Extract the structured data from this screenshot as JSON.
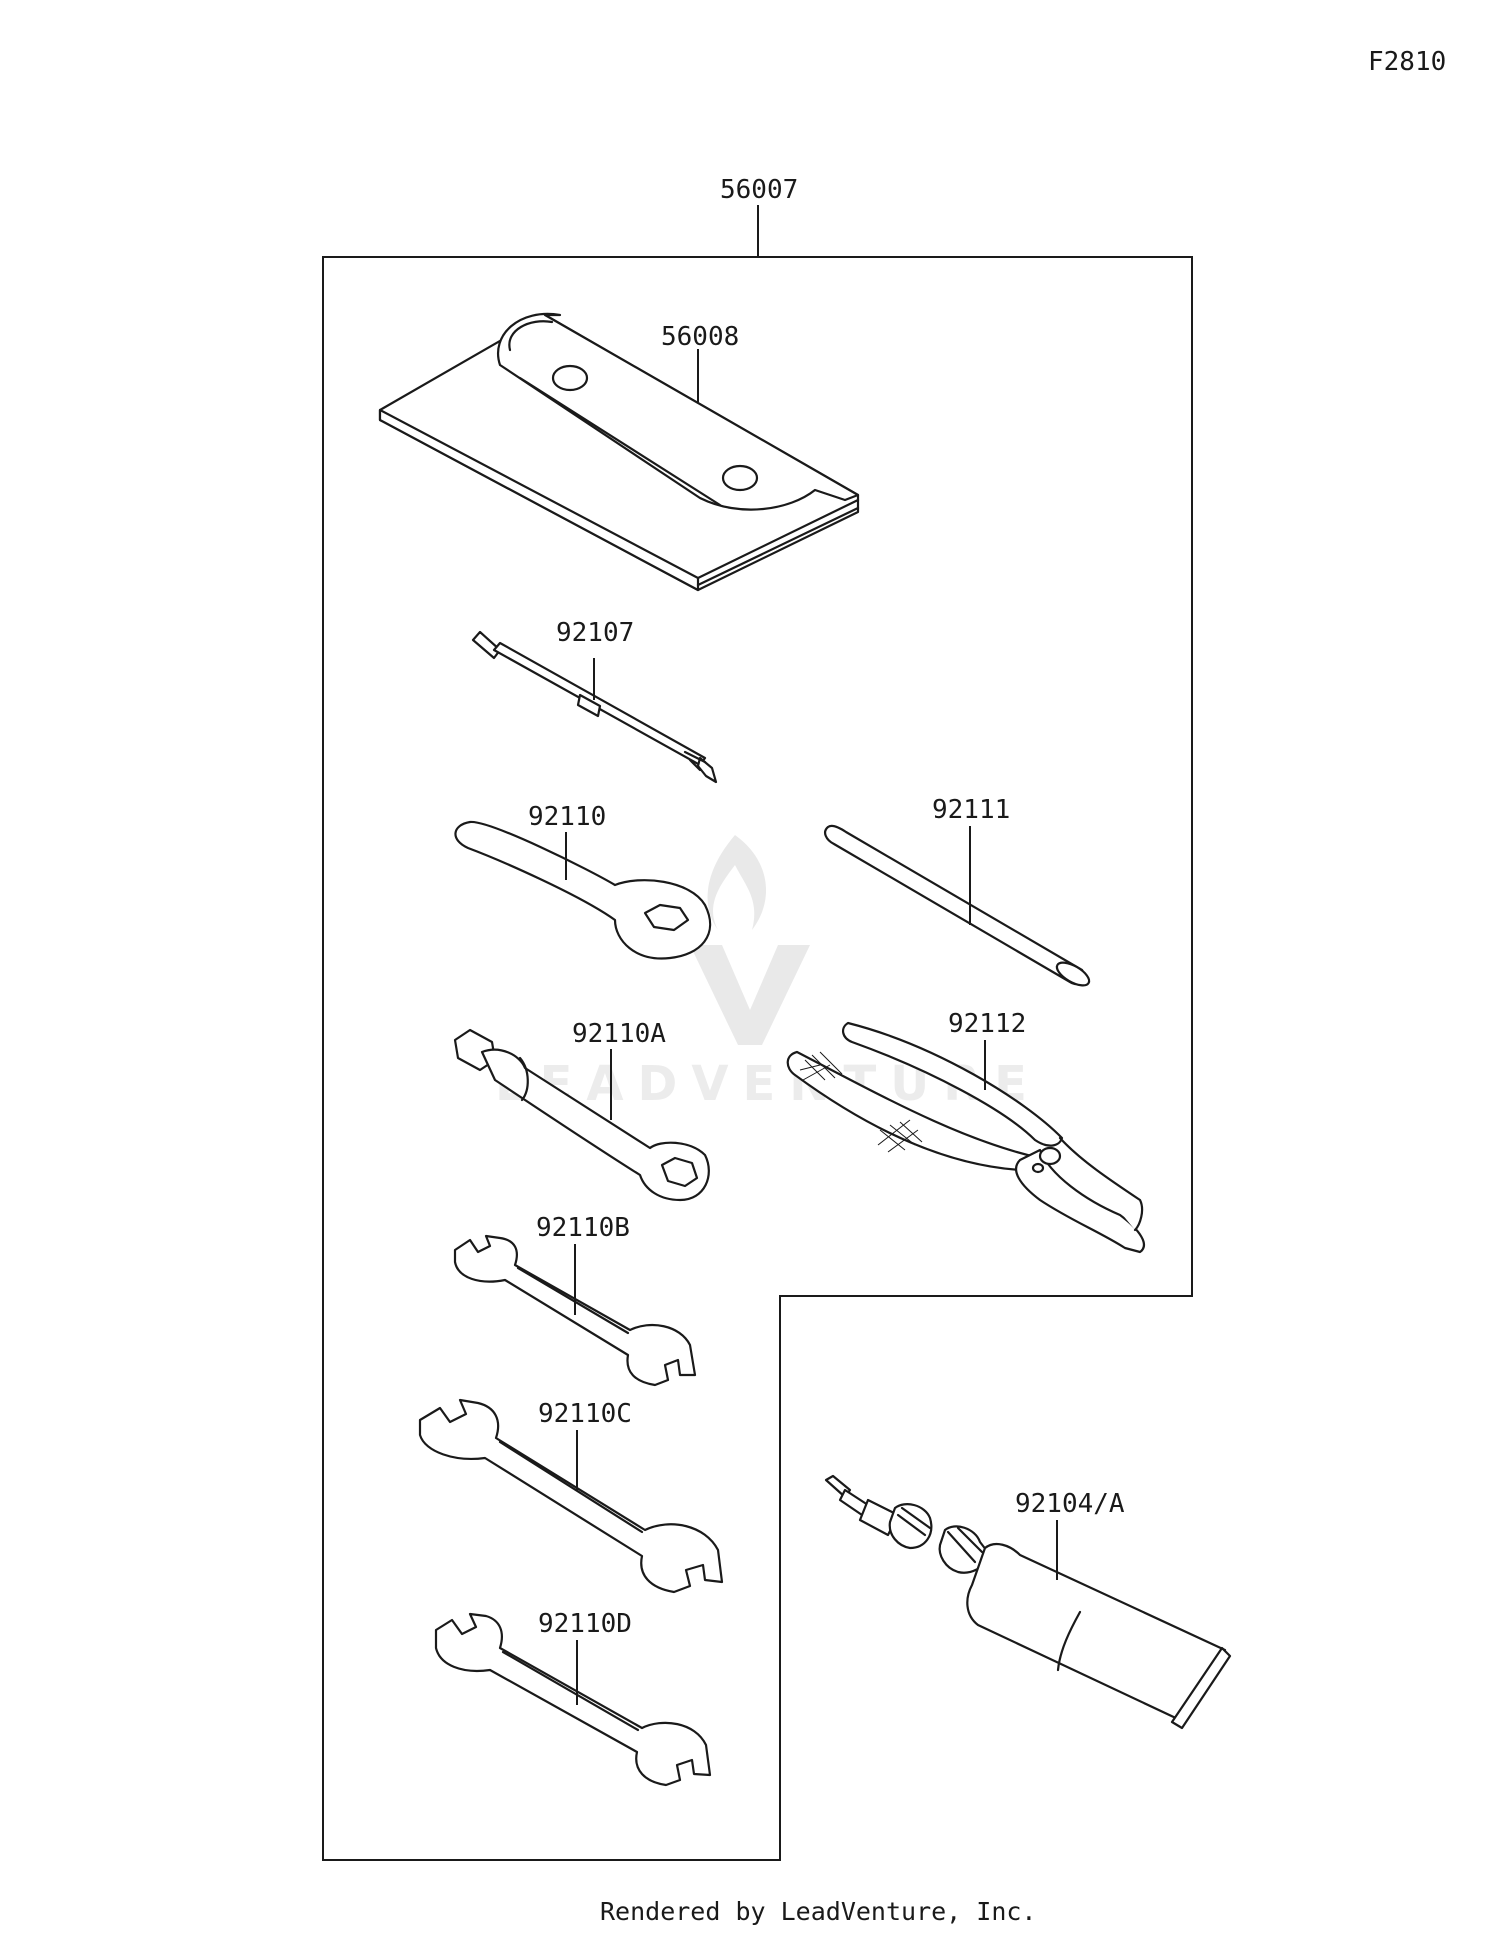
{
  "figure_code": "F2810",
  "watermark": "LEADVENTURE",
  "footer": "Rendered by LeadVenture, Inc.",
  "parts": {
    "kit": "56007",
    "bag": "56008",
    "screwdriver": "92107",
    "wrench_box": "92110",
    "handle": "92111",
    "plug_wrench": "92110A",
    "pliers": "92112",
    "wrench_b": "92110B",
    "wrench_c": "92110C",
    "wrench_d": "92110D",
    "grease": "92104/A"
  }
}
